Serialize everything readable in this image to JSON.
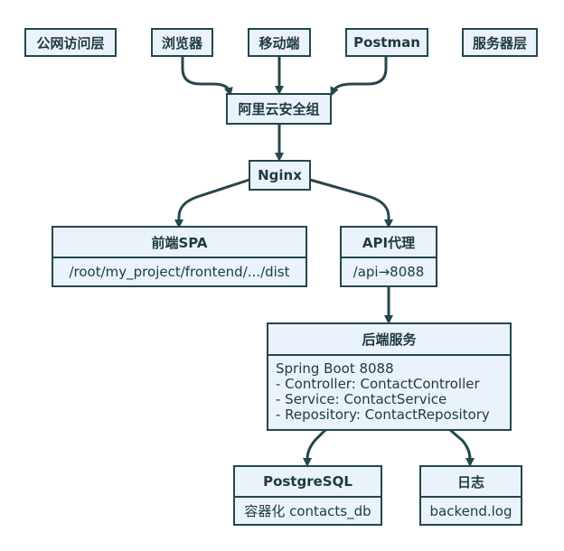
{
  "top_row": {
    "public_layer": "公网访问层",
    "browser": "浏览器",
    "mobile": "移动端",
    "postman": "Postman",
    "server_layer": "服务器层"
  },
  "security_group": "阿里云安全组",
  "nginx": "Nginx",
  "frontend": {
    "title": "前端SPA",
    "path": "/root/my_project/frontend/.../dist"
  },
  "api_proxy": {
    "title": "API代理",
    "route": "/api→8088"
  },
  "backend": {
    "title": "后端服务",
    "lines": [
      "Spring Boot 8088",
      "- Controller: ContactController",
      "- Service: ContactService",
      "- Repository: ContactRepository"
    ]
  },
  "postgres": {
    "title": "PostgreSQL",
    "detail": "容器化 contacts_db"
  },
  "log": {
    "title": "日志",
    "file": "backend.log"
  },
  "colors": {
    "box_fill": "#eaf3fb",
    "border": "#24474a",
    "text": "#1f3a3e"
  }
}
